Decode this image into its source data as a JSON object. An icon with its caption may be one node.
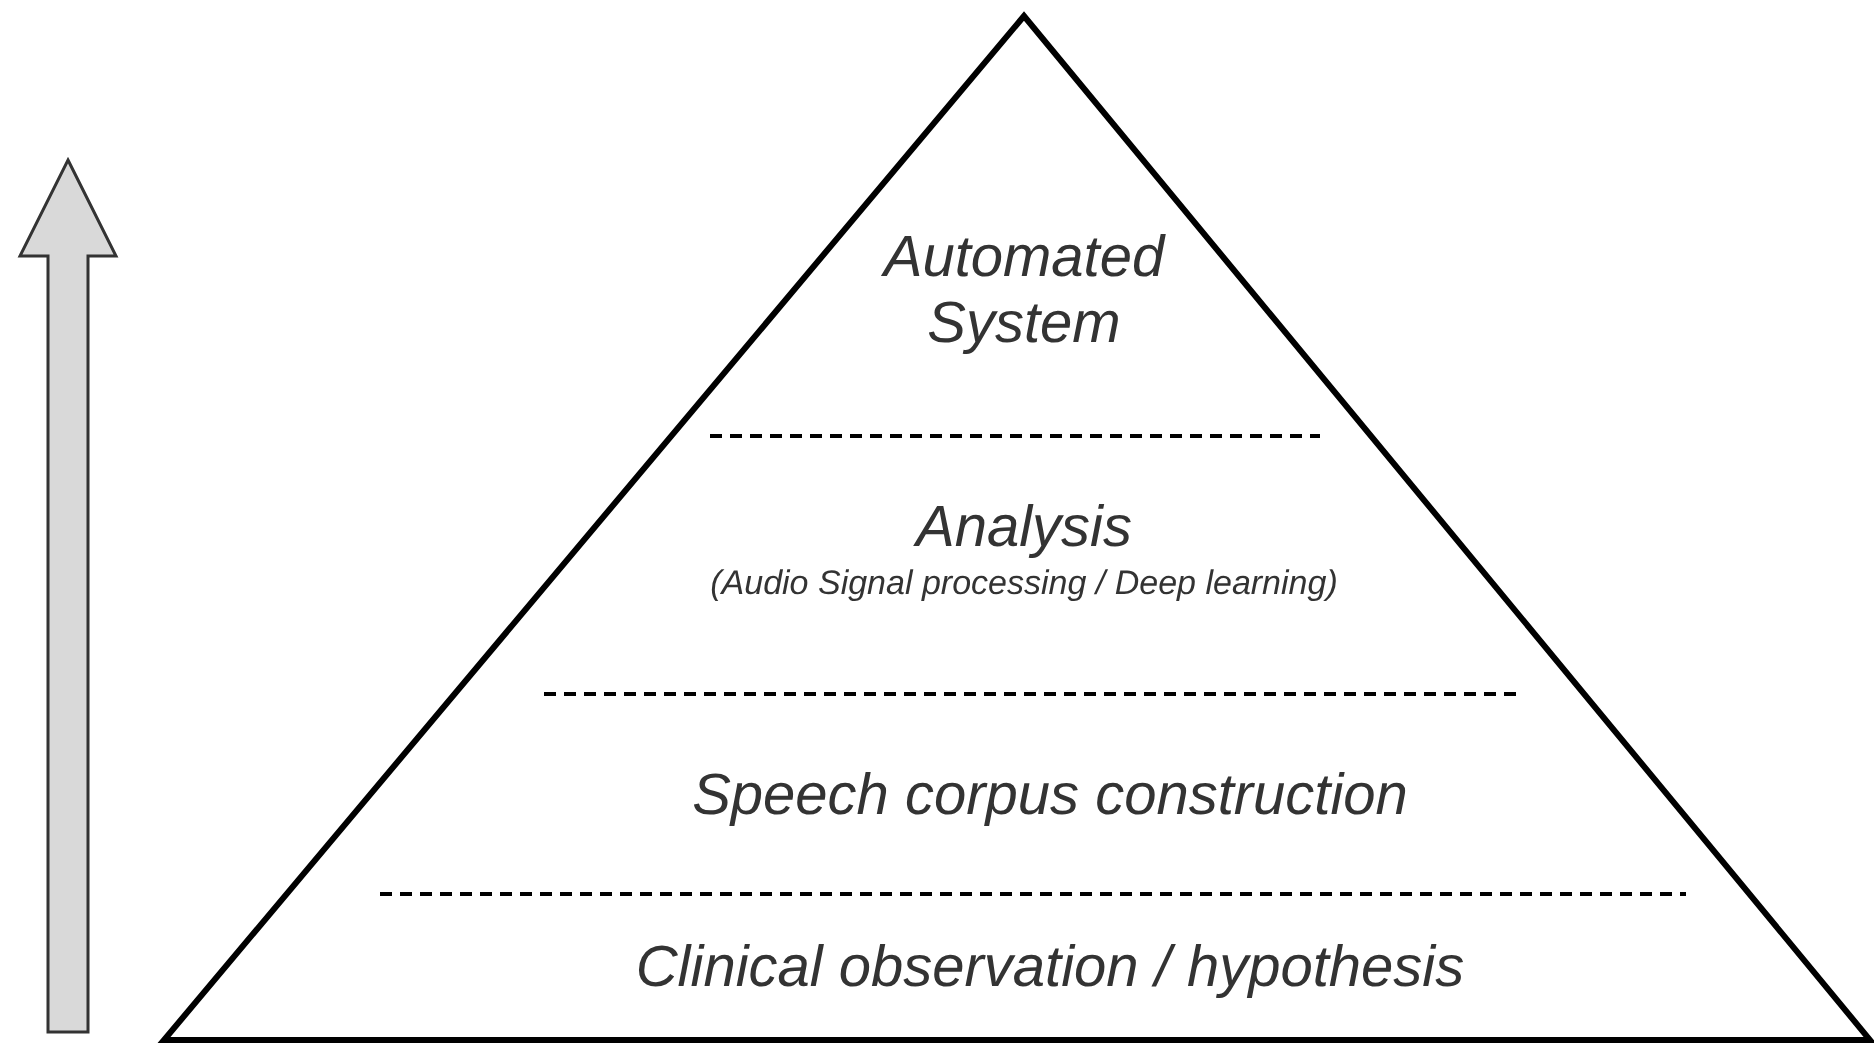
{
  "diagram": {
    "nodes": [
      {
        "text": [
          "Automated System"
        ]
      },
      {
        "text": [
          "Analysis",
          "(Audio Signal processing / Deep learning)"
        ]
      },
      {
        "text": [
          "Speech corpus construction"
        ]
      },
      {
        "text": [
          "Clinical observation / hypothesis"
        ]
      }
    ]
  }
}
